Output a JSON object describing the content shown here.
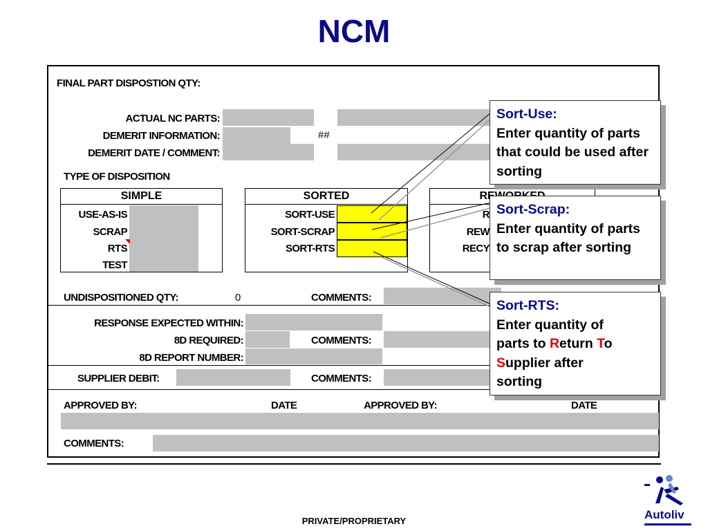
{
  "title": "NCM",
  "form": {
    "final_part_label": "FINAL PART DISPOSTION QTY:",
    "actual_nc_label": "ACTUAL NC PARTS:",
    "demerit_info_label": "DEMERIT INFORMATION:",
    "demerit_value": "##",
    "demerit_date_label": "DEMERIT DATE / COMMENT:",
    "type_label": "TYPE OF DISPOSITION",
    "simple": {
      "header": "SIMPLE",
      "rows": [
        "USE-AS-IS",
        "SCRAP",
        "RTS",
        "TEST"
      ]
    },
    "sorted": {
      "header": "SORTED",
      "rows": [
        "SORT-USE",
        "SORT-SCRAP",
        "SORT-RTS"
      ]
    },
    "reworked": {
      "header": "REWORKED",
      "rows": [
        "R",
        "REW",
        "RECY"
      ]
    },
    "undispositioned_label": "UNDISPOSITIONED QTY:",
    "undispositioned_value": "0",
    "comments_label": "COMMENTS:",
    "response_label": "RESPONSE EXPECTED WITHIN:",
    "eightd_required_label": "8D REQUIRED:",
    "eightd_report_label": "8D REPORT NUMBER:",
    "supplier_debit_label": "SUPPLIER DEBIT:",
    "approved_by_label": "APPROVED BY:",
    "date_label": "DATE"
  },
  "callouts": {
    "sort_use": {
      "head": "Sort-Use:",
      "body": "Enter quantity of parts that could be used after sorting"
    },
    "sort_scrap": {
      "head": "Sort-Scrap:",
      "body": "Enter quantity of parts to scrap after sorting"
    },
    "sort_rts": {
      "head": "Sort-RTS:",
      "line1": "Enter quantity of",
      "line2_pre": "parts to ",
      "R": "R",
      "eturn": "eturn ",
      "T": "T",
      "o": "o",
      "S": "S",
      "upplier": "upplier after",
      "line4": "sorting"
    }
  },
  "footer": "PRIVATE/PROPRIETARY",
  "logo": {
    "text": "Autoliv",
    "icon": "autoliv-logo-icon"
  },
  "colors": {
    "title": "#0a0a8a",
    "field_gray": "#c0c0c0",
    "field_yellow": "#ffff00",
    "accent_red": "#e00000"
  }
}
